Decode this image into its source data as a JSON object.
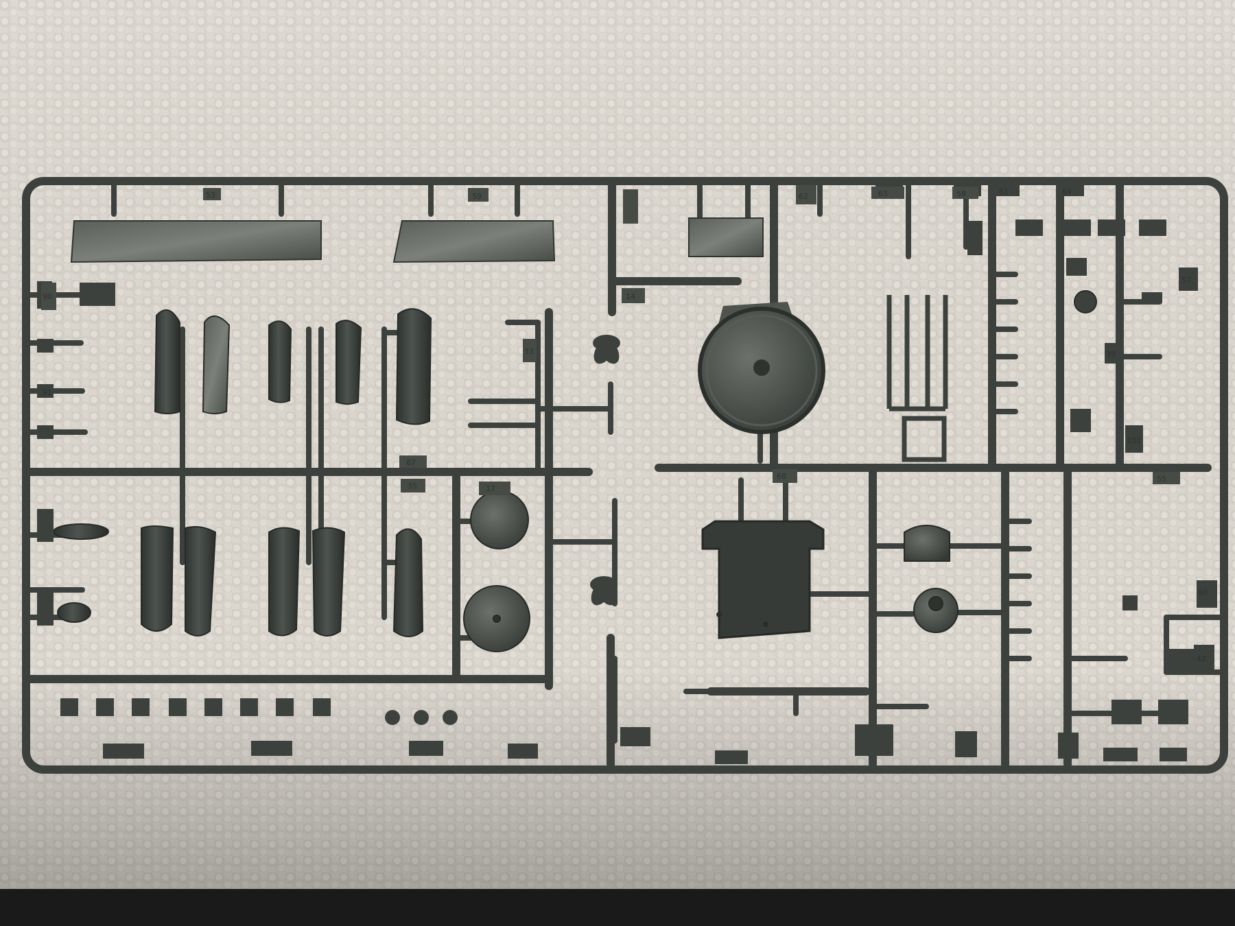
{
  "photo": {
    "subject": "plastic model kit sprue on white foam",
    "colors": {
      "background_foam": "#dcd8d0",
      "background_shadow": "#b9b5ad",
      "plastic": "#3c413d",
      "plastic_highlight": "#6f746f",
      "floor": "#1a1a1a"
    }
  },
  "part_numbers": {
    "top_row": [
      "53",
      "59",
      "62",
      "65",
      "58",
      "61",
      "64"
    ],
    "left_column": [
      "90",
      "91"
    ],
    "upper_mid": [
      "14",
      "33",
      "35",
      "17",
      "87"
    ],
    "right_columns": [
      "68",
      "55",
      "57",
      "39",
      "101",
      "80",
      "42"
    ]
  }
}
